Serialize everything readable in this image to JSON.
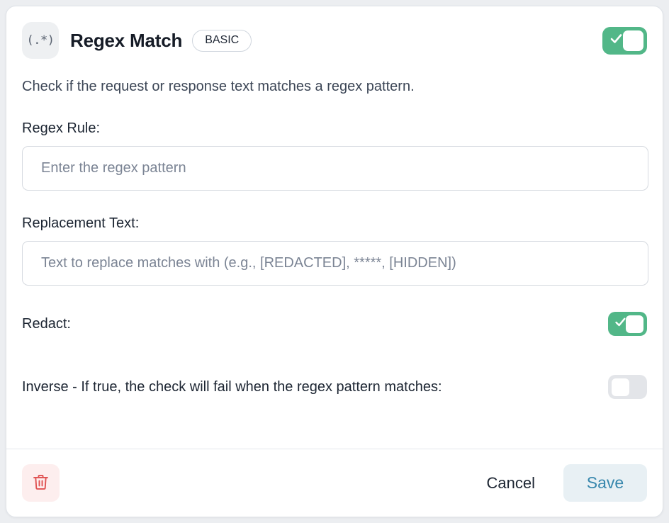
{
  "card": {
    "header": {
      "type_icon_text": "(.*)",
      "type_icon_name": "regex-icon",
      "title": "Regex Match",
      "tier_badge": "BASIC",
      "enabled_toggle": {
        "state": "on",
        "state_label": "Enabled"
      }
    },
    "description": "Check if the request or response text matches a regex pattern.",
    "fields": [
      {
        "label": "Regex Rule:",
        "placeholder": "Enter the regex pattern",
        "value": ""
      },
      {
        "label": "Replacement Text:",
        "placeholder": "Text to replace matches with (e.g., [REDACTED], *****, [HIDDEN])",
        "value": ""
      }
    ],
    "switches": [
      {
        "label": "Redact:",
        "state": "on",
        "state_label": "On"
      },
      {
        "label": "Inverse - If true, the check will fail when the regex pattern matches:",
        "state": "off",
        "state_label": "Off"
      }
    ],
    "footer": {
      "delete_icon": "trash-icon",
      "cancel_label": "Cancel",
      "save_label": "Save"
    }
  },
  "colors": {
    "toggle_on": "#52b788",
    "toggle_off": "#e3e5e9",
    "save_text": "#3787ad",
    "save_background": "#e8f0f4",
    "delete_icon": "#e05252",
    "delete_background": "#fdeeee",
    "page_background": "#eceef1",
    "card_background": "#ffffff"
  }
}
